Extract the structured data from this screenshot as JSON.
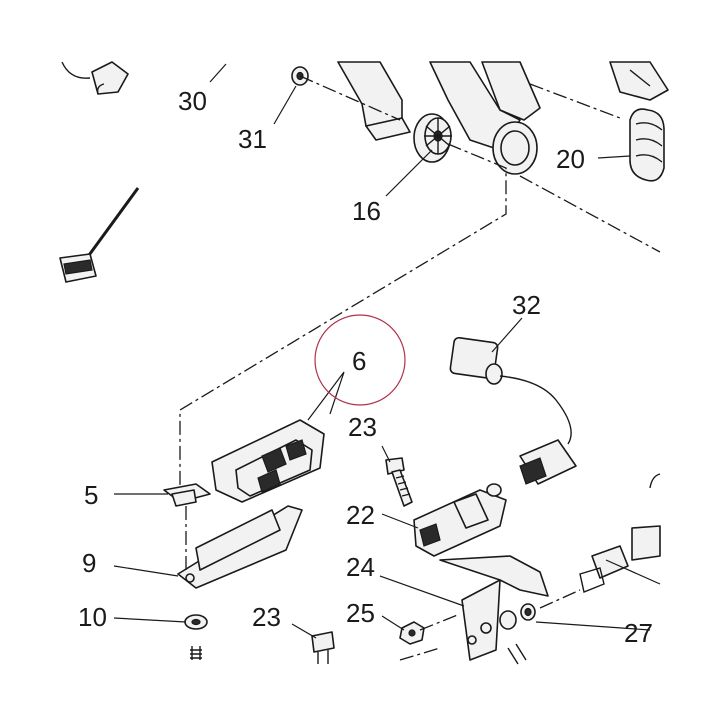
{
  "diagram": {
    "highlight_color": "#b0314a",
    "line_color": "#1a1a1a",
    "callouts": {
      "p30": "30",
      "p31": "31",
      "p16": "16",
      "p20": "20",
      "p32": "32",
      "p6": "6",
      "p23a": "23",
      "p5": "5",
      "p22": "22",
      "p9": "9",
      "p24": "24",
      "p10": "10",
      "p25": "25",
      "p23b": "23",
      "p27": "27"
    }
  }
}
